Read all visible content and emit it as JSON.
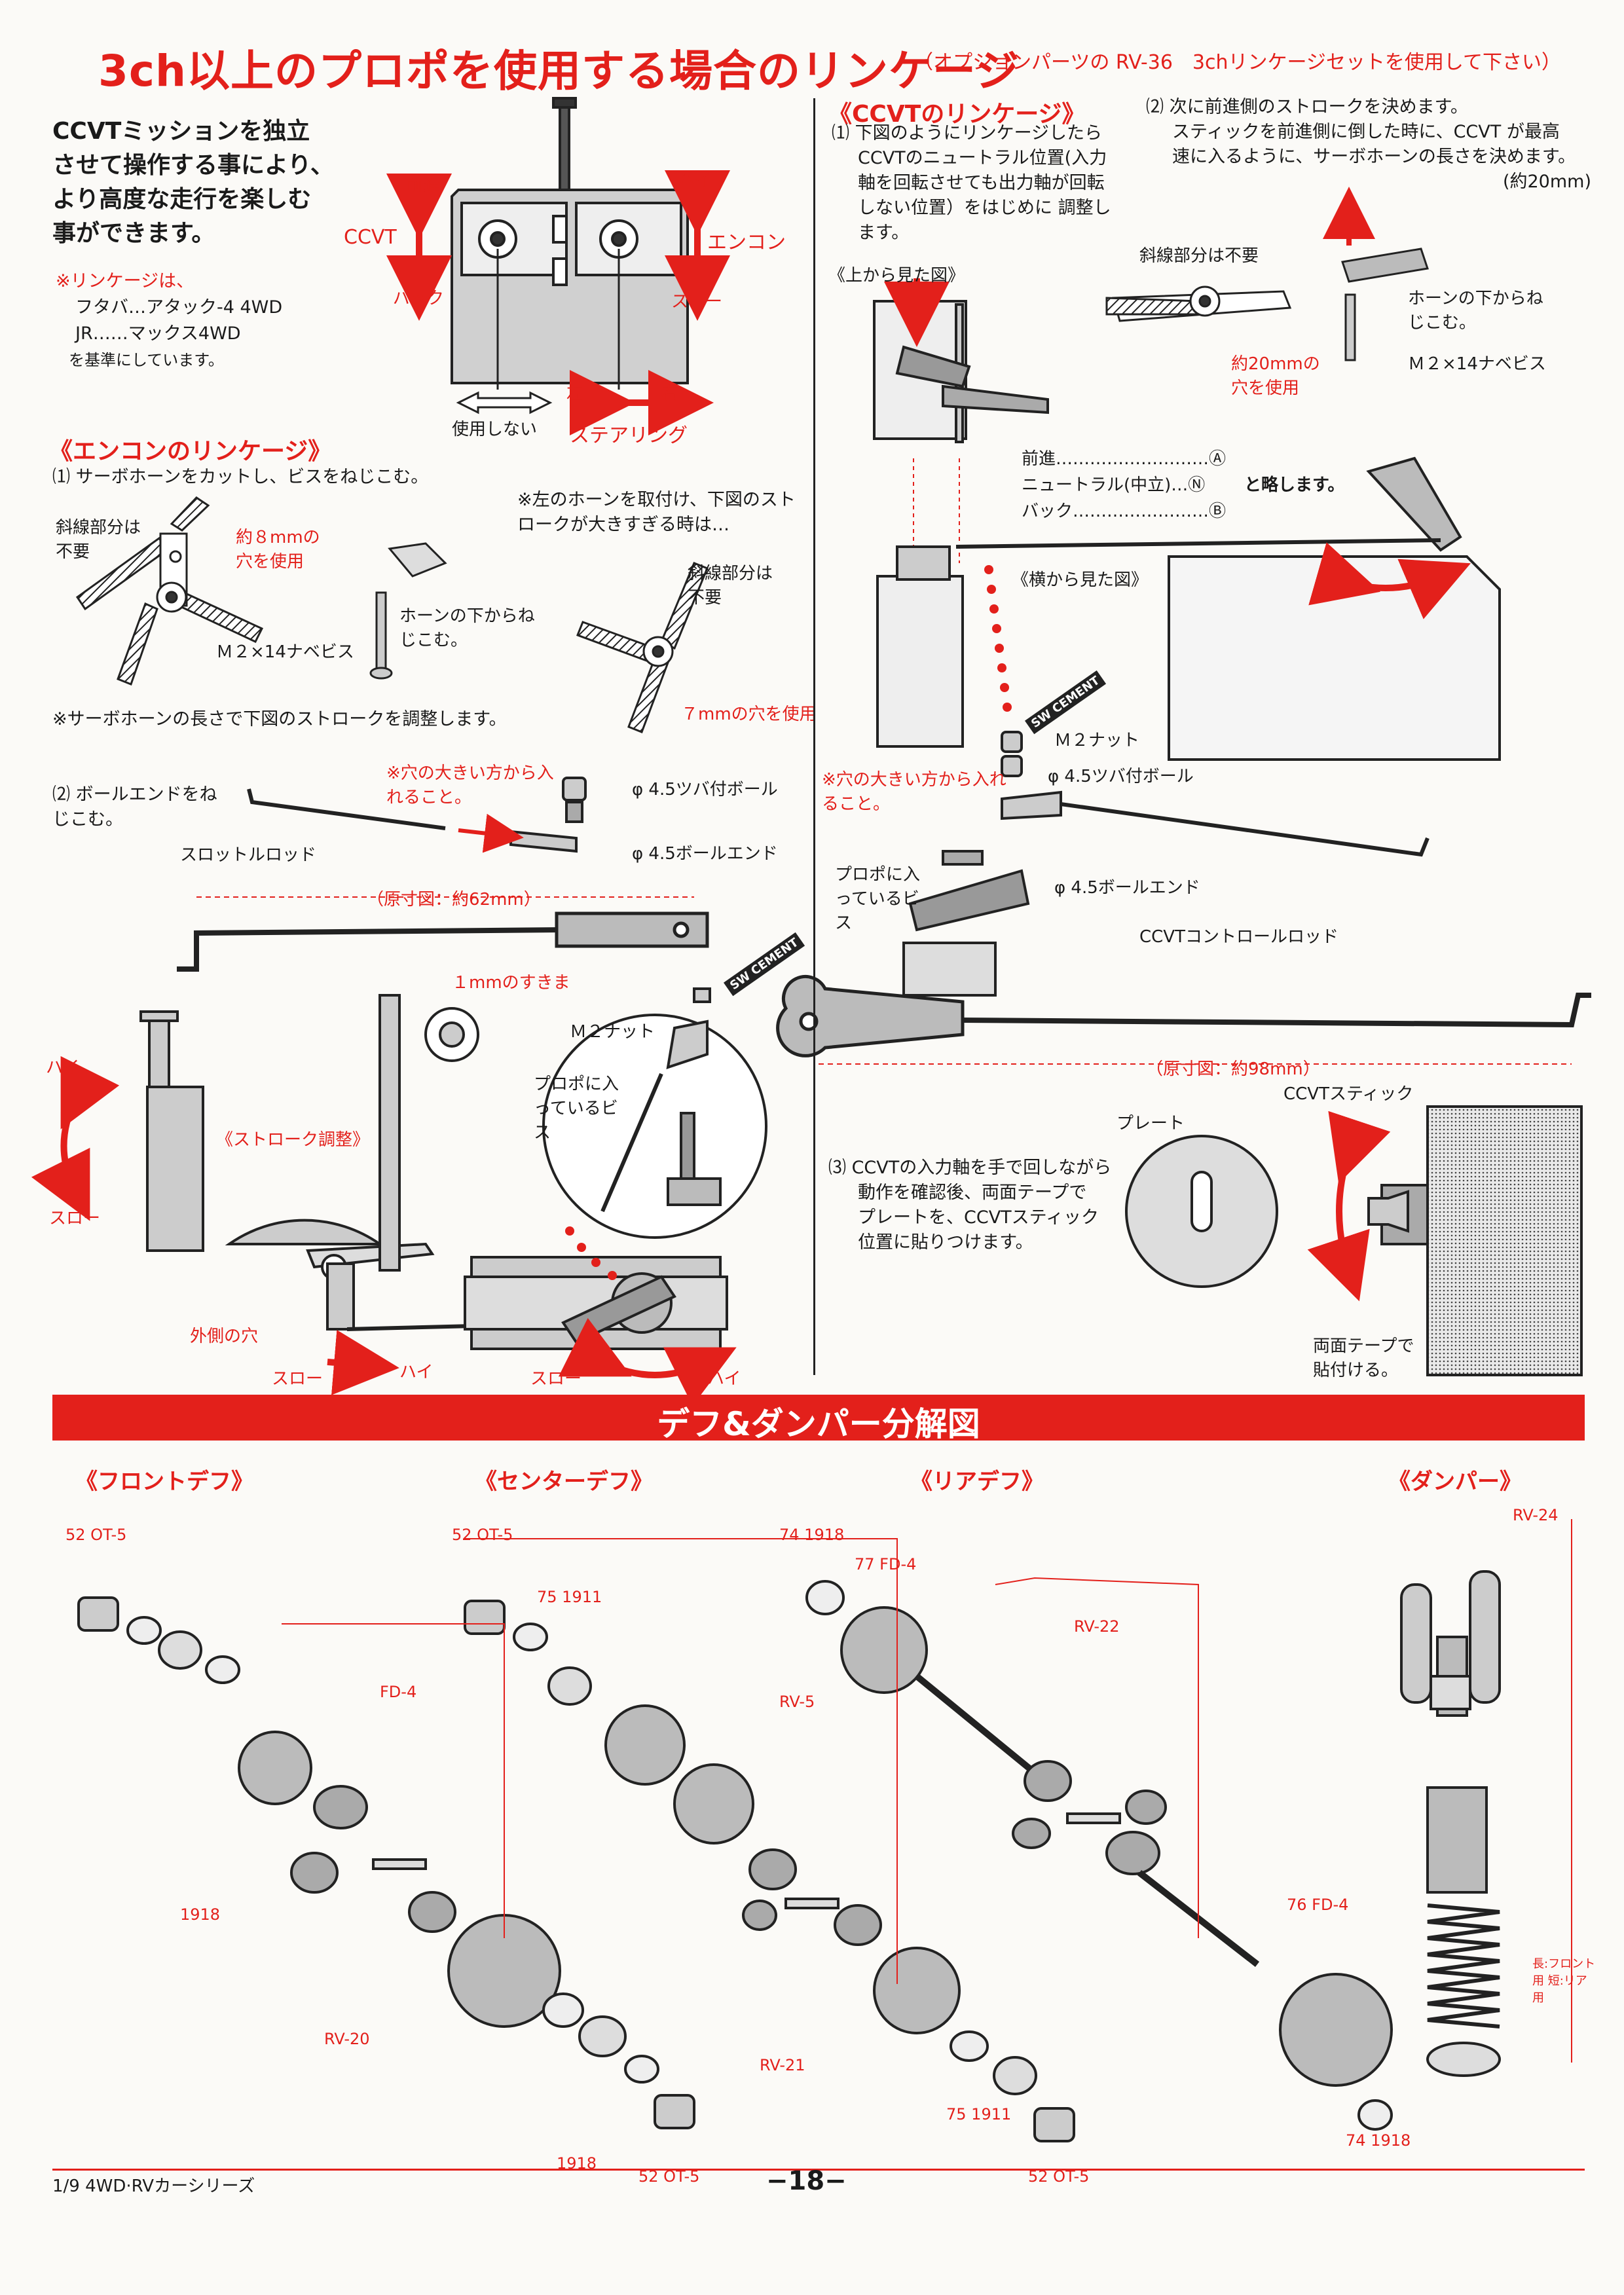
{
  "header": {
    "title": "3ch以上のプロポを使用する場合のリンケージ",
    "subtitle": "（オプションパーツの RV-36　3chリンケージセットを使用して下さい）"
  },
  "intro": {
    "lines": [
      "CCVTミッションを独立",
      "させて操作する事により、",
      "より高度な走行を楽しむ",
      "事ができます。"
    ],
    "note_lines": [
      "※リンケージは、",
      "フタバ…アタック-4 4WD",
      "JR……マックス4WD",
      "を基準にしています。"
    ]
  },
  "transmitter": {
    "ccvt": "CCVT",
    "forward": "前進",
    "back": "バック",
    "high": "ハイ",
    "slow": "スロー",
    "engine": "エンコン",
    "unused": "使用しない",
    "left": "左",
    "right": "右",
    "steering": "ステアリング"
  },
  "encon": {
    "heading": "《エンコンのリンケージ》",
    "step1": "⑴ サーボホーンをカットし、ビスをねじこむ。",
    "hatch_unneeded": "斜線部分は不要",
    "hole8": "約８mmの穴を使用",
    "screw_note": "ホーンの下からねじこむ。",
    "screw": "Ｍ２×14ナベビス",
    "left_horn_note": "※左のホーンを取付け、下図のストロークが大きすぎる時は…",
    "hatch_unneeded2": "斜線部分は不要",
    "hole7": "７mmの穴を使用",
    "stroke_note": "※サーボホーンの長さで下図のストロークを調整します。",
    "step2": "⑵ ボールエンドをねじこむ。",
    "insert_note": "※穴の大きい方から入れること。",
    "ball": "φ 4.5ツバ付ボール",
    "ballend": "φ 4.5ボールエンド",
    "rod": "スロットルロッド",
    "actual": "（原寸図：約62mm）",
    "gap": "１mmのすきま",
    "nut": "Ｍ２ナット",
    "propo_screw": "プロポに入っているビス",
    "stroke_adjust": "《ストローク調整》",
    "outer_hole": "外側の穴",
    "high": "ハイ",
    "slow": "スロー"
  },
  "ccvt": {
    "heading": "《CCVTのリンケージ》",
    "step1_lines": [
      "⑴ 下図のようにリンケージしたら",
      "CCVTのニュートラル位置(入力",
      "軸を回転させても出力軸が回転",
      "しない位置）をはじめに 調整し",
      "ます。"
    ],
    "top_view": "《上から見た図》",
    "side_view": "《横から見た図》",
    "step2_lines": [
      "⑵ 次に前進側のストロークを決めます。",
      "スティックを前進側に倒した時に、CCVT が最高",
      "速に入るように、サーボホーンの長さを決めます。"
    ],
    "approx20": "(約20mm)",
    "hatch_unneeded": "斜線部分は不要",
    "hole20": "約20mmの穴を使用",
    "screw_note": "ホーンの下からねじこむ。",
    "screw": "Ｍ２×14ナベビス",
    "forward": "前進………………………Ⓐ",
    "neutral": "ニュートラル(中立)…Ⓝ",
    "back": "バック……………………Ⓑ",
    "abbrev": "と略します。",
    "nut": "Ｍ２ナット",
    "ball": "φ 4.5ツバ付ボール",
    "insert_note": "※穴の大きい方から入れること。",
    "propo_screw": "プロポに入っているビス",
    "ballend": "φ 4.5ボールエンド",
    "rod": "CCVTコントロールロッド",
    "actual": "（原寸図：約98mm）",
    "stick": "CCVTスティック",
    "plate": "プレート",
    "step3_lines": [
      "⑶ CCVTの入力軸を手で回しながら",
      "動作を確認後、両面テープで",
      "プレートを、CCVTスティック",
      "位置に貼りつけます。"
    ],
    "tape_note": "両面テープで貼付ける。",
    "cement": "SW CEMENT"
  },
  "exploded": {
    "banner": "デフ&ダンパー分解図",
    "front": "《フロントデフ》",
    "center": "《センターデフ》",
    "rear": "《リアデフ》",
    "damper": "《ダンパー》",
    "labels": {
      "ot5": "OT-5",
      "fd4": "FD-4",
      "rv20": "RV-20",
      "rv21": "RV-21",
      "rv5": "RV-5",
      "rv22": "RV-22",
      "rv24": "RV-24",
      "n1918": "1918",
      "n1911": "1911",
      "spring": "長:フロント用 短:リア用"
    }
  },
  "footer": {
    "series": "1/9 4WD·RVカーシリーズ",
    "page": "−18−"
  }
}
